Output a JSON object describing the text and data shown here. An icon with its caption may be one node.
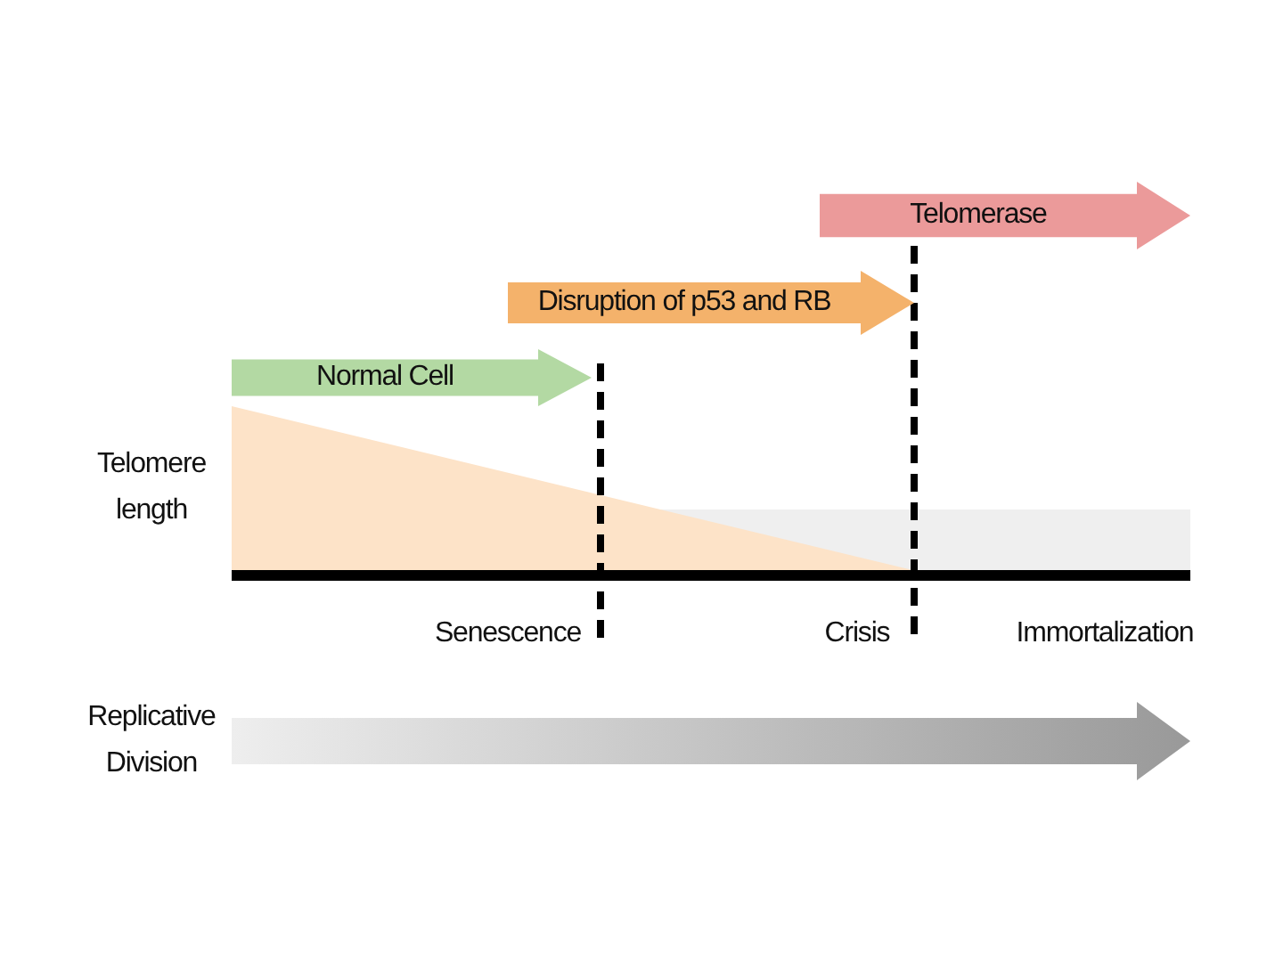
{
  "diagram": {
    "nodes": [
      {
        "text": [
          "Normal Cell"
        ]
      },
      {
        "text": [
          "Disruption of p53 and RB"
        ]
      },
      {
        "text": [
          "Telomerase"
        ]
      }
    ],
    "labels": [
      "Telomere length",
      "Senescence",
      "Crisis",
      "Immortalization",
      "Replicative Division"
    ]
  }
}
